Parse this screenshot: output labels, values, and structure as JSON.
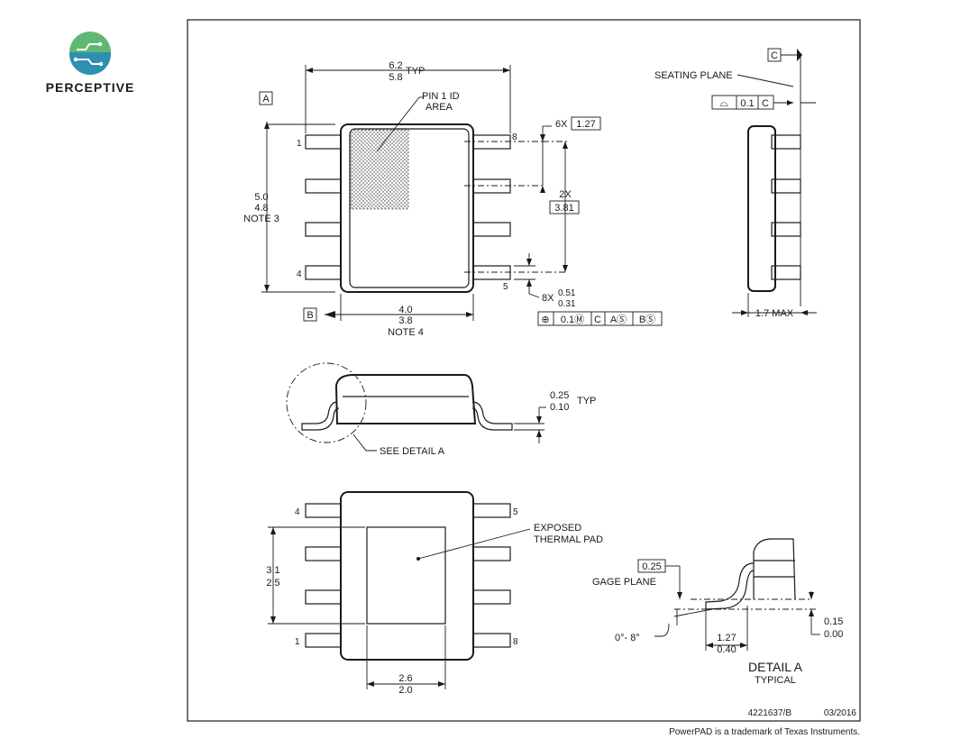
{
  "logo": {
    "text": "PERCEPTIVE"
  },
  "top_view": {
    "dim_width_typ": {
      "top": "6.2",
      "bottom": "5.8",
      "suffix": "TYP"
    },
    "datum_a": "A",
    "datum_b": "B",
    "pin1_label": [
      "PIN 1 ID",
      "AREA"
    ],
    "pins": {
      "p1": "1",
      "p4": "4",
      "p5": "5",
      "p8": "8"
    },
    "dim_height": [
      "5.0",
      "4.8",
      "NOTE 3"
    ],
    "dim_body_width": [
      "4.0",
      "3.8",
      "NOTE 4"
    ],
    "pitch": {
      "count": "6X",
      "value": "1.27"
    },
    "span": {
      "count": "2X",
      "value": "3.81"
    },
    "lead_width": {
      "count": "8X",
      "top": "0.51",
      "bottom": "0.31"
    },
    "position_tol": {
      "symbol": "⊕",
      "value": "0.1Ⓜ",
      "c": "C",
      "a": "AⓈ",
      "b": "BⓈ"
    }
  },
  "side_view": {
    "datum_c": "C",
    "seating_plane": "SEATING PLANE",
    "flatness": {
      "symbol": "⌓",
      "value": "0.1",
      "datum": "C"
    },
    "max_height": "1.7 MAX"
  },
  "front_view": {
    "lead_thickness": {
      "top": "0.25",
      "bottom": "0.10",
      "suffix": "TYP"
    },
    "see_detail": "SEE DETAIL A"
  },
  "bottom_view": {
    "pins": {
      "p1": "1",
      "p4": "4",
      "p5": "5",
      "p8": "8"
    },
    "pad_label": [
      "EXPOSED",
      "THERMAL PAD"
    ],
    "pad_height": [
      "3.1",
      "2.5"
    ],
    "pad_width": [
      "2.6",
      "2.0"
    ]
  },
  "detail_a": {
    "gage_value": "0.25",
    "gage_label": "GAGE PLANE",
    "angle": "0°- 8°",
    "foot_top": "1.27",
    "foot_bottom": "0.40",
    "standoff_top": "0.15",
    "standoff_bottom": "0.00",
    "title": "DETAIL A",
    "subtitle": "TYPICAL"
  },
  "footer": {
    "drawing_id": "4221637/B",
    "date": "03/2016",
    "trademark": "PowerPAD is a trademark of Texas Instruments."
  }
}
